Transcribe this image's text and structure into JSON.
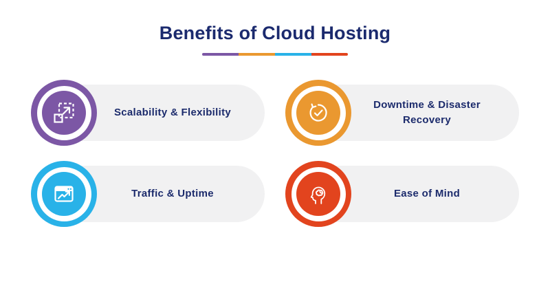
{
  "header": {
    "title": "Benefits of Cloud Hosting",
    "underline_colors": [
      "#7c57a5",
      "#ea9830",
      "#29b2e8",
      "#e2441e"
    ]
  },
  "benefits": [
    {
      "label": "Scalability & Flexibility",
      "icon": "scale-resize-icon",
      "color": "#7c57a5"
    },
    {
      "label": "Downtime & Disaster Recovery",
      "icon": "recovery-clock-icon",
      "color": "#ea9830"
    },
    {
      "label": "Traffic & Uptime",
      "icon": "traffic-chart-icon",
      "color": "#29b2e8"
    },
    {
      "label": "Ease of Mind",
      "icon": "mind-head-icon",
      "color": "#e2441e"
    }
  ],
  "colors": {
    "title_text": "#1b2a6e",
    "label_text": "#1c2b6c",
    "pill_background": "#f1f1f2",
    "page_background": "#ffffff"
  }
}
